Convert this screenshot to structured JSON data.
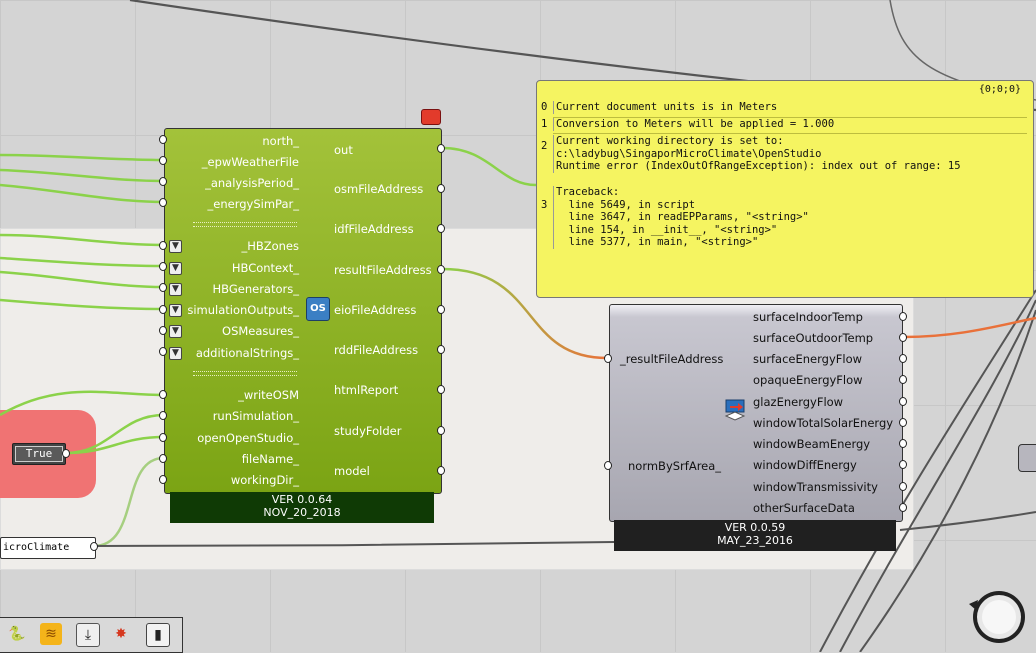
{
  "green_component": {
    "inputs": [
      "north_",
      "_epwWeatherFile",
      "_analysisPeriod_",
      "_energySimPar_",
      "_HBZones",
      "HBContext_",
      "HBGenerators_",
      "simulationOutputs_",
      "OSMeasures_",
      "additionalStrings_",
      "_writeOSM",
      "runSimulation_",
      "openOpenStudio_",
      "fileName_",
      "workingDir_"
    ],
    "outputs": [
      "out",
      "osmFileAddress",
      "idfFileAddress",
      "resultFileAddress",
      "eioFileAddress",
      "rddFileAddress",
      "htmlReport",
      "studyFolder",
      "model"
    ],
    "version": "VER 0.0.64",
    "date": "NOV_20_2018",
    "logo_icon": "openstudio-icon"
  },
  "gray_component": {
    "inputs": [
      "_resultFileAddress",
      "normBySrfArea_"
    ],
    "outputs": [
      "surfaceIndoorTemp",
      "surfaceOutdoorTemp",
      "surfaceEnergyFlow",
      "opaqueEnergyFlow",
      "glazEnergyFlow",
      "windowTotalSolarEnergy",
      "windowBeamEnergy",
      "windowDiffEnergy",
      "windowTransmissivity",
      "otherSurfaceData"
    ],
    "version": "VER 0.0.59",
    "date": "MAY_23_2016",
    "logo_icon": "window-energy-icon"
  },
  "error_balloon": {
    "path": "{0;0;0}",
    "rows": [
      {
        "index": "0",
        "text": "Current document units is in Meters"
      },
      {
        "index": "1",
        "text": "Conversion to Meters will be applied = 1.000"
      },
      {
        "index": "2",
        "text": "Current working directory is set to:\nc:\\ladybug\\SingaporMicroClimate\\OpenStudio\nRuntime error (IndexOutOfRangeException): index out of range: 15"
      },
      {
        "index": "3",
        "text": "Traceback:\n  line 5649, in script\n  line 3647, in readEPParams, \"<string>\"\n  line 154, in __init__, \"<string>\"\n  line 5377, in main, \"<string>\""
      }
    ]
  },
  "boolean_toggle": {
    "value": "True"
  },
  "panel": {
    "text": "icroClimate"
  },
  "toolbar": {
    "buttons": [
      "python-icon",
      "ladybug-icon",
      "download-icon",
      "honeybee-icon",
      "device-icon"
    ]
  },
  "colors": {
    "green_component": "#8db21f",
    "gray_component": "#a7a6b0",
    "balloon": "#f5f461",
    "red_group": "#f07373",
    "wire_green": "#8bd24a",
    "wire_orange": "#e9713a"
  }
}
